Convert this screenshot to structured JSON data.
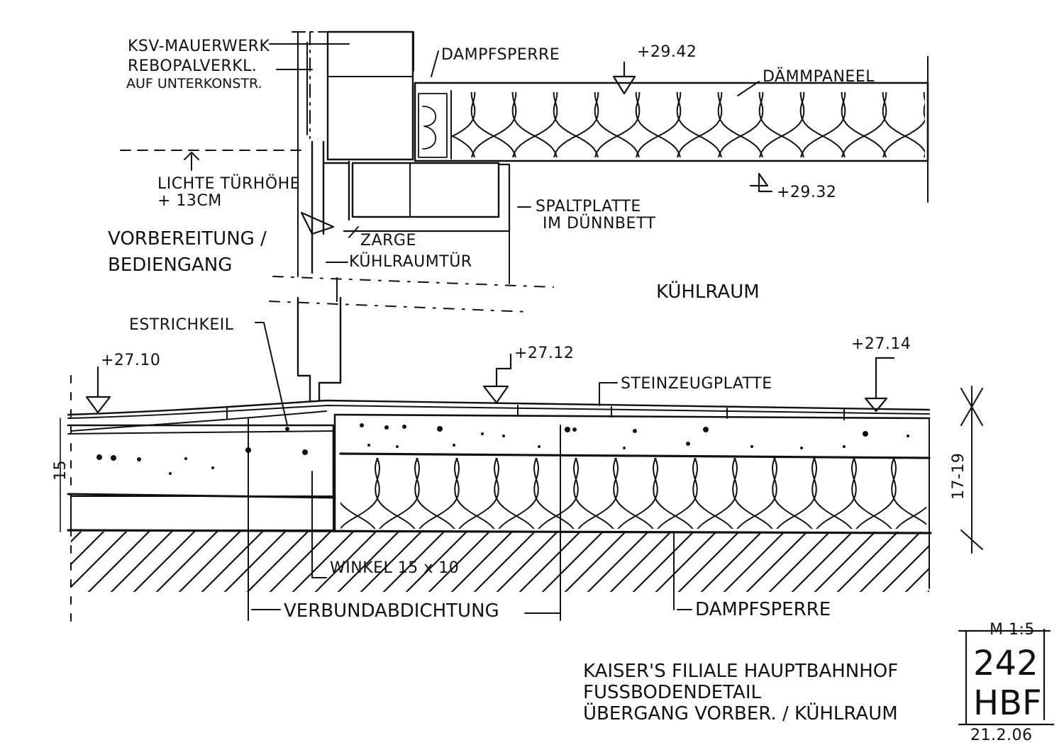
{
  "labels": {
    "ksv_mauerwerk": "KSV-MAUERWERK",
    "rebopal_1": "REBOPALVERKL.",
    "rebopal_2": "AUF UNTERKONSTR.",
    "dampfsperre_top": "DAMPFSPERRE",
    "level_2942": "+29.42",
    "daemmpaneel": "DÄMMPANEEL",
    "lichte_1": "LICHTE TÜRHÖHE",
    "lichte_2": "+ 13CM",
    "level_2932": "+29.32",
    "spaltplatte_1": "SPALTPLATTE",
    "spaltplatte_2": "IM DÜNNBETT",
    "vorbereitung_1": "VORBEREITUNG /",
    "vorbereitung_2": "BEDIENGANG",
    "zarge_1": "ZARGE",
    "zarge_2": "KÜHLRAUMTÜR",
    "kuehlraum": "KÜHLRAUM",
    "estrichkeil": "ESTRICHKEIL",
    "level_2710": "+27.10",
    "level_2712": "+27.12",
    "level_2714": "+27.14",
    "steinzeugplatte": "STEINZEUGPLATTE",
    "dim_15": "15",
    "dim_17_19": "17-19",
    "winkel": "WINKEL 15 x 10",
    "verbundabdichtung": "VERBUNDABDICHTUNG",
    "dampfsperre_bottom": "DAMPFSPERRE"
  },
  "title_block": {
    "line1": "KAISER'S FILIALE HAUPTBAHNHOF",
    "line2": "FUSSBODENDETAIL",
    "line3": "ÜBERGANG VORBER. / KÜHLRAUM",
    "scale": "M 1:5",
    "sheet_number": "242",
    "sheet_code": "HBF",
    "date": "21.2.06"
  },
  "colors": {
    "ink": "#111111",
    "paper": "#ffffff"
  }
}
